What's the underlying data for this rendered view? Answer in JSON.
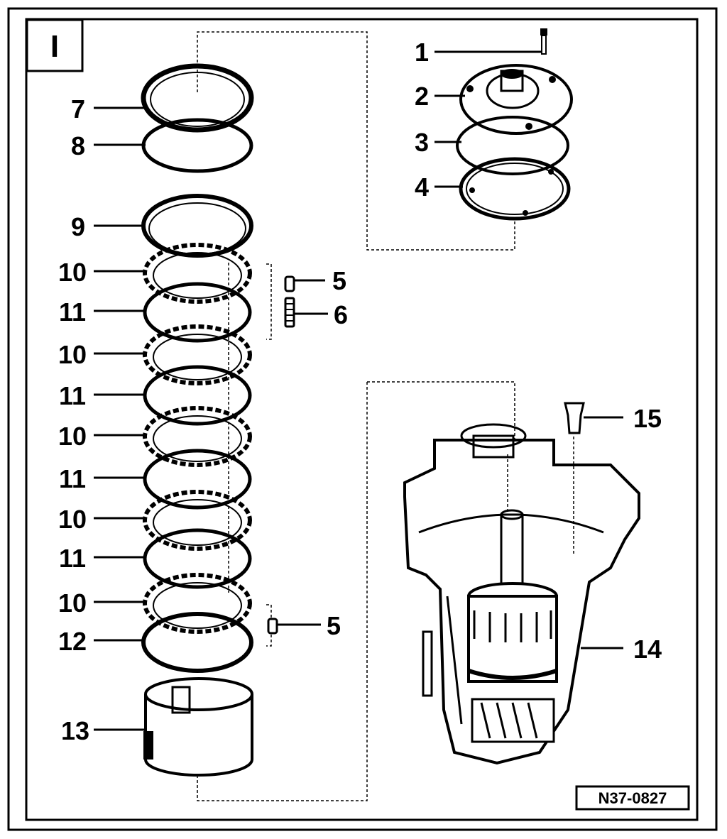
{
  "sheet_id": "I",
  "figure_ref": "N37-0827",
  "labels": {
    "l1": "1",
    "l2": "2",
    "l3": "3",
    "l4": "4",
    "l5a": "5",
    "l6": "6",
    "l5b": "5",
    "l7": "7",
    "l8": "8",
    "l9": "9",
    "l10a": "10",
    "l11a": "11",
    "l10b": "10",
    "l11b": "11",
    "l10c": "10",
    "l11c": "11",
    "l10d": "10",
    "l11d": "11",
    "l10e": "10",
    "l12": "12",
    "l13": "13",
    "l14": "14",
    "l15": "15"
  }
}
